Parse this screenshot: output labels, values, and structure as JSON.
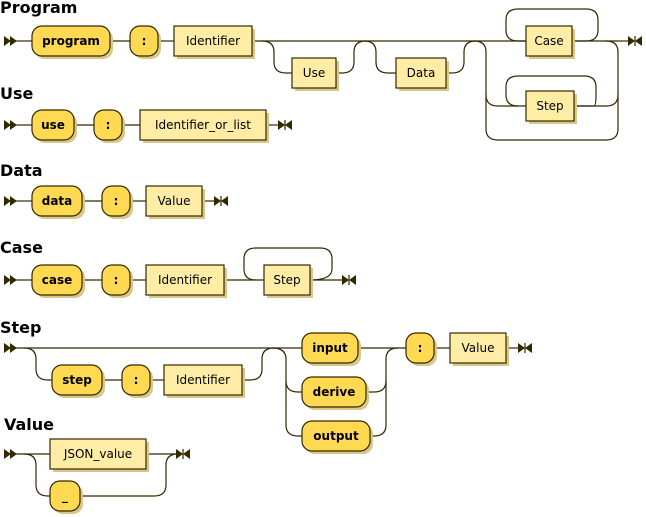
{
  "rules": {
    "program": {
      "title": "Program",
      "kw": "program",
      "colon": ":",
      "identifier": "Identifier",
      "use": "Use",
      "data": "Data",
      "case": "Case",
      "step": "Step"
    },
    "use": {
      "title": "Use",
      "kw": "use",
      "colon": ":",
      "identifier_or_list": "Identifier_or_list"
    },
    "data": {
      "title": "Data",
      "kw": "data",
      "colon": ":",
      "value": "Value"
    },
    "case": {
      "title": "Case",
      "kw": "case",
      "colon": ":",
      "identifier": "Identifier",
      "step": "Step"
    },
    "step": {
      "title": "Step",
      "kw_step": "step",
      "colon1": ":",
      "identifier": "Identifier",
      "input": "input",
      "derive": "derive",
      "output": "output",
      "colon2": ":",
      "value": "Value"
    },
    "value": {
      "title": "Value",
      "json_value": "JSON_value",
      "underscore": "_"
    }
  },
  "colors": {
    "terminal_fill": "#ffd952",
    "nonterminal_fill": "#ffeda6",
    "line": "#332900"
  }
}
